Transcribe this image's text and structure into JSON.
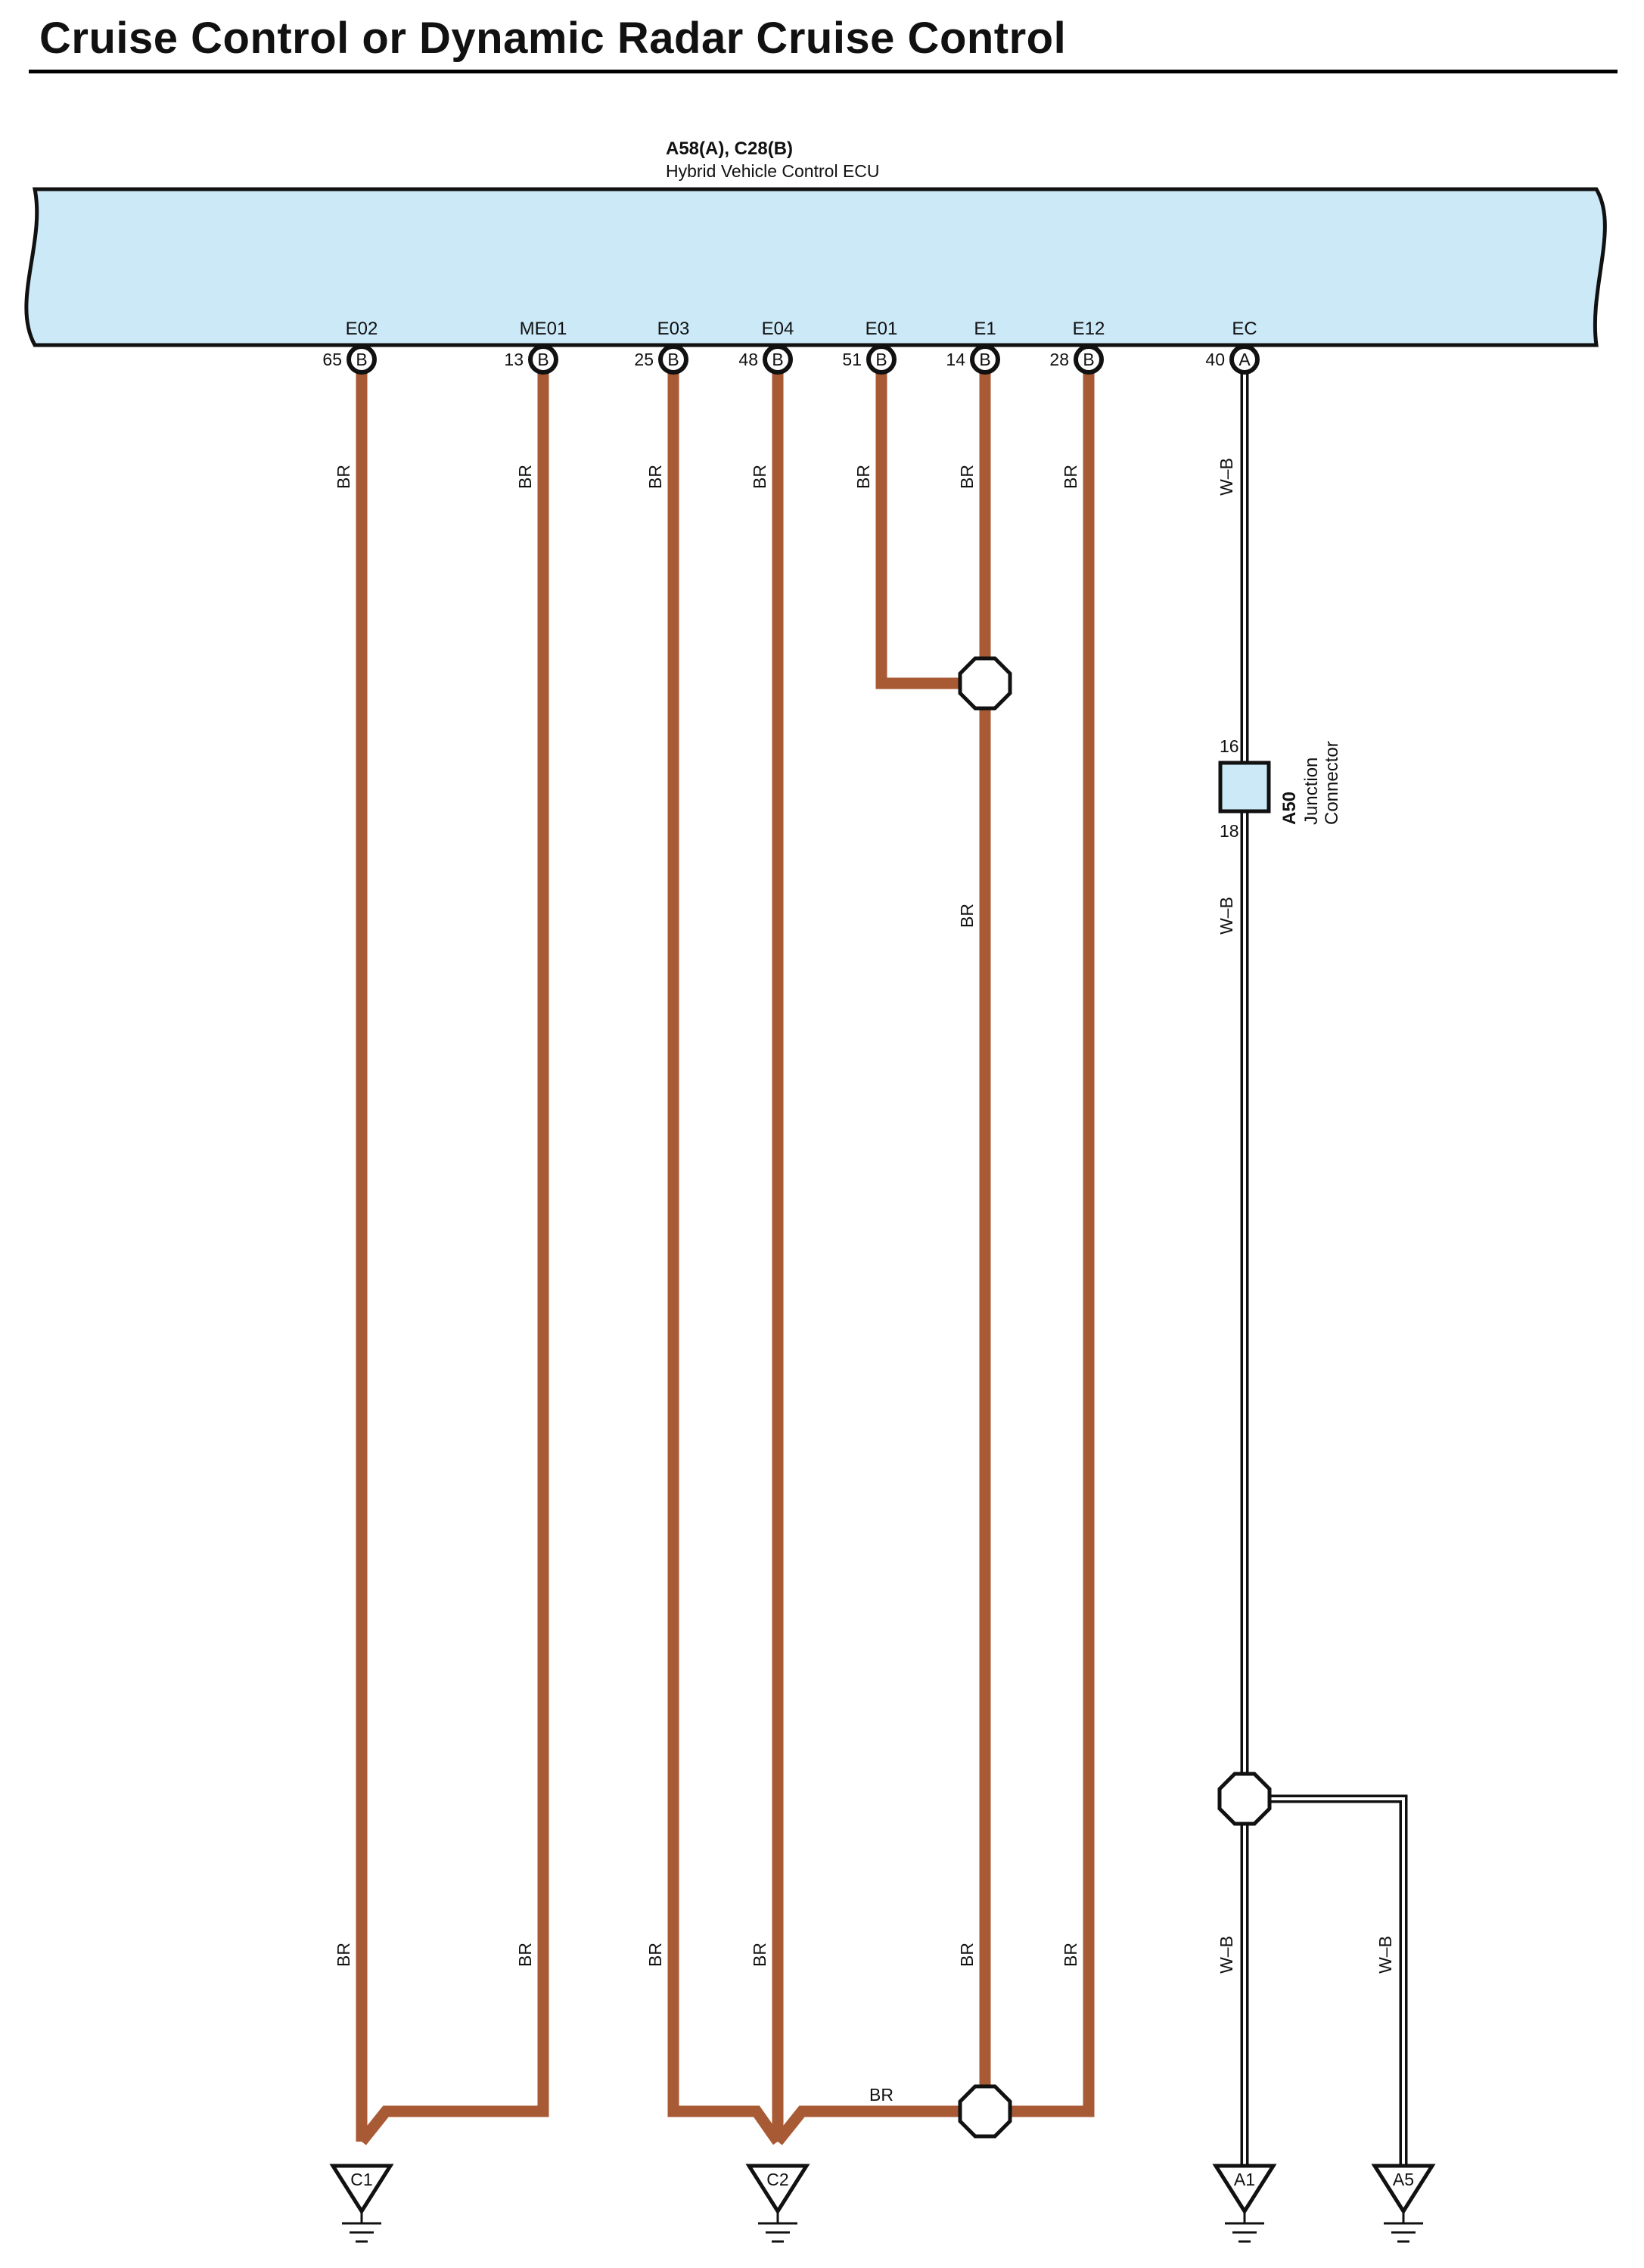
{
  "page": {
    "title": "Cruise Control or Dynamic Radar Cruise Control"
  },
  "ecu": {
    "connectors": "A58(A), C28(B)",
    "name": "Hybrid Vehicle Control ECU"
  },
  "pins": [
    {
      "signal": "E02",
      "number": "65",
      "connector": "B"
    },
    {
      "signal": "ME01",
      "number": "13",
      "connector": "B"
    },
    {
      "signal": "E03",
      "number": "25",
      "connector": "B"
    },
    {
      "signal": "E04",
      "number": "48",
      "connector": "B"
    },
    {
      "signal": "E01",
      "number": "51",
      "connector": "B"
    },
    {
      "signal": "E1",
      "number": "14",
      "connector": "B"
    },
    {
      "signal": "E12",
      "number": "28",
      "connector": "B"
    },
    {
      "signal": "EC",
      "number": "40",
      "connector": "A"
    }
  ],
  "wire_colors": {
    "br": "BR",
    "wb": "W–B",
    "br_hex": "#a85a35",
    "ecu_fill_hex": "#cce9f8"
  },
  "junction": {
    "id": "A50",
    "line1": "Junction",
    "line2": "Connector",
    "pin_top": "16",
    "pin_bottom": "18"
  },
  "grounds": [
    "C1",
    "C2",
    "A1",
    "A5"
  ]
}
